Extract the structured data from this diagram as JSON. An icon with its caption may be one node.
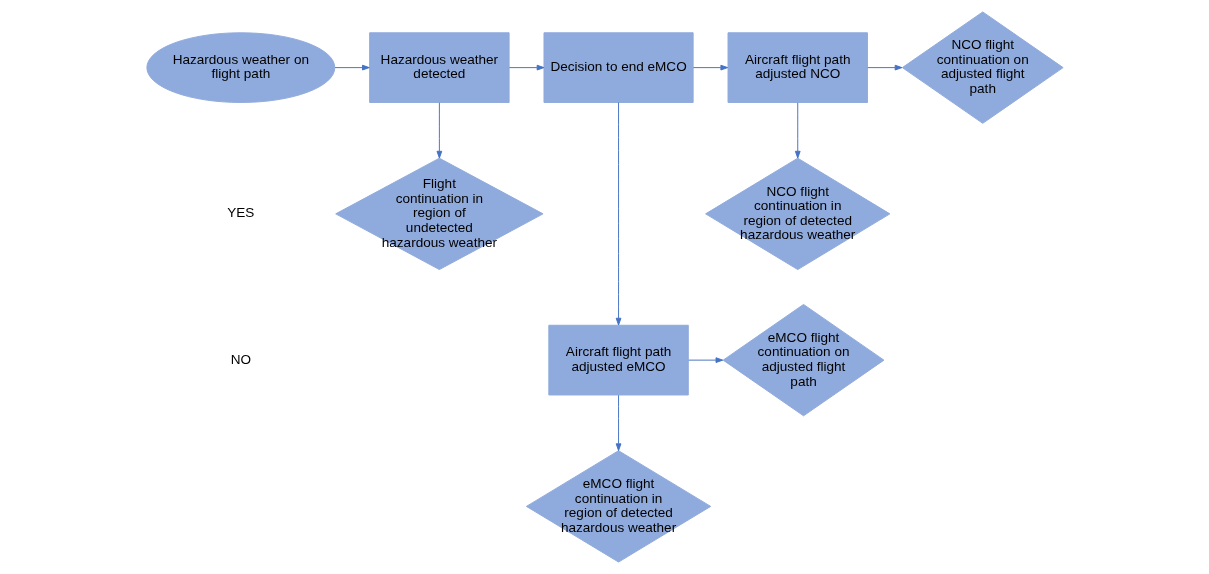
{
  "diagram": {
    "nodes": [
      {
        "text": [
          "Hazardous weather on flight path"
        ]
      },
      {
        "text": [
          "Hazardous weather detected"
        ]
      },
      {
        "text": [
          "Flight continuation in region of undetected hazardous weather"
        ]
      },
      {
        "text": [
          "Decision to end eMCO"
        ]
      },
      {
        "text": [
          "Aircraft flight path adjusted NCO"
        ]
      },
      {
        "text": [
          "NCO flight continuation on adjusted flight path"
        ]
      },
      {
        "text": [
          "NCO flight continuation in region of detected hazardous weather"
        ]
      },
      {
        "text": [
          "Aircraft flight path adjusted eMCO"
        ]
      },
      {
        "text": [
          "eMCO flight continuation on adjusted flight path"
        ]
      },
      {
        "text": [
          "eMCO flight continuation in region of detected hazardous weather"
        ]
      }
    ],
    "edges": [
      {
        "from": 0,
        "to": 1,
        "arrow": "to"
      },
      {
        "from": 1,
        "to": 3,
        "arrow": "to"
      },
      {
        "from": 3,
        "to": 4,
        "arrow": "to"
      },
      {
        "from": 4,
        "to": 5,
        "arrow": "to"
      },
      {
        "from": 1,
        "to": 2,
        "arrow": "to"
      },
      {
        "from": 4,
        "to": 6,
        "arrow": "to"
      },
      {
        "from": 3,
        "to": 7,
        "arrow": "to"
      },
      {
        "from": 7,
        "to": 8,
        "arrow": "to"
      },
      {
        "from": 7,
        "to": 9,
        "arrow": "to"
      }
    ],
    "legend": [
      {
        "text": "YES"
      },
      {
        "text": "NO"
      }
    ]
  }
}
